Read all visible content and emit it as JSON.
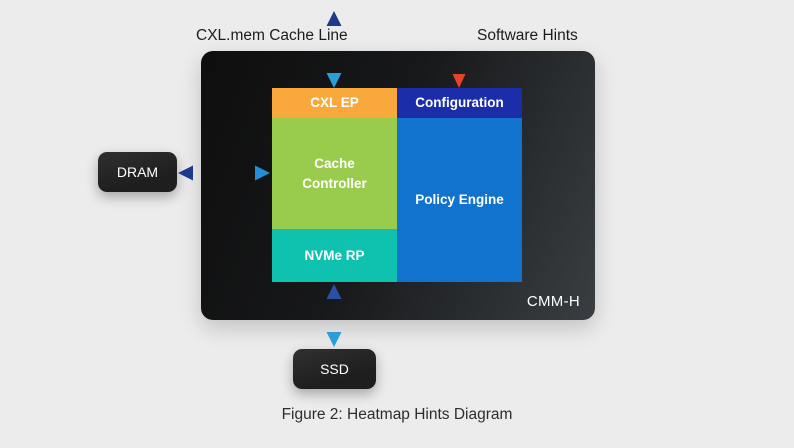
{
  "diagram": {
    "labels": {
      "cxl_mem_cache_line": "CXL.mem Cache Line",
      "software_hints": "Software Hints"
    },
    "container": {
      "label": "CMM-H",
      "gradient_start": "#0e0e0e",
      "gradient_end": "#393e42"
    },
    "blocks": {
      "cxl_ep": {
        "label": "CXL EP",
        "color": "#f9a93c"
      },
      "configuration": {
        "label": "Configuration",
        "color": "#1b2da8"
      },
      "cache_controller": {
        "label": "Cache Controller",
        "color": "#99cc4d"
      },
      "policy_engine": {
        "label": "Policy Engine",
        "color": "#1173cd"
      },
      "nvme_rp": {
        "label": "NVMe RP",
        "color": "#0fc1af"
      }
    },
    "external_nodes": {
      "dram": {
        "label": "DRAM",
        "color": "#242424"
      },
      "ssd": {
        "label": "SSD",
        "color": "#242424"
      }
    },
    "arrows": {
      "cxl_mem": {
        "type": "bidirectional-vertical",
        "color_start": "#1d3a8c",
        "color_end": "#2b9dd9"
      },
      "software_hints": {
        "type": "single-down",
        "color": "#e74c2f"
      },
      "dram_cache": {
        "type": "bidirectional-horizontal",
        "color_start": "#1d3a8c",
        "color_end": "#2090d6"
      },
      "nvme_ssd": {
        "type": "bidirectional-vertical",
        "color_start": "#2a4fa5",
        "color_end": "#2b9dd9"
      }
    },
    "caption": "Figure 2: Heatmap Hints Diagram",
    "background_color": "#ececec"
  }
}
